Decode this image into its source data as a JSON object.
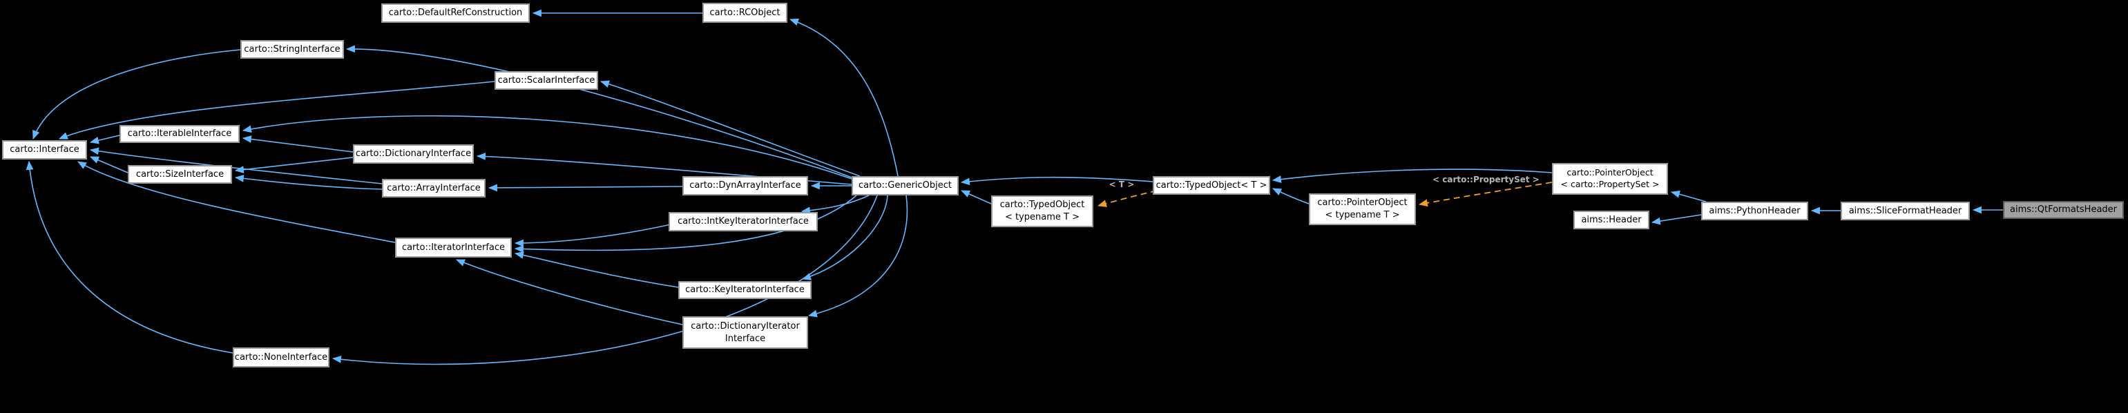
{
  "diagram": {
    "kind": "class-inheritance-graph",
    "background": "#000000",
    "colors": {
      "inheritance_arrow": "#63b8ff",
      "template_arrow": "#ef9f26",
      "node_fill": "#ffffff",
      "node_border": "#9a9a9a",
      "node_text": "#000000",
      "current_node_fill": "#a0a0a0",
      "current_node_border": "#5a5a5a",
      "edge_label_text": "#b4b4b4"
    },
    "nodes": {
      "interface": {
        "label": "carto::Interface"
      },
      "string_interface": {
        "label": "carto::StringInterface"
      },
      "default_ref_construction": {
        "label": "carto::DefaultRefConstruction"
      },
      "rc_object": {
        "label": "carto::RCObject"
      },
      "scalar_interface": {
        "label": "carto::ScalarInterface"
      },
      "iterable_interface": {
        "label": "carto::IterableInterface"
      },
      "size_interface": {
        "label": "carto::SizeInterface"
      },
      "dictionary_interface": {
        "label": "carto::DictionaryInterface"
      },
      "array_interface": {
        "label": "carto::ArrayInterface"
      },
      "dyn_array_interface": {
        "label": "carto::DynArrayInterface"
      },
      "int_key_iterator_interface": {
        "label": "carto::IntKeyIteratorInterface"
      },
      "iterator_interface": {
        "label": "carto::IteratorInterface"
      },
      "key_iterator_interface": {
        "label": "carto::KeyIteratorInterface"
      },
      "dictionary_iterator_interface": {
        "label": "carto::DictionaryIterator\nInterface"
      },
      "none_interface": {
        "label": "carto::NoneInterface"
      },
      "generic_object": {
        "label": "carto::GenericObject"
      },
      "typed_object_template": {
        "label": "carto::TypedObject\n< typename T >"
      },
      "typed_object_t": {
        "label": "carto::TypedObject< T >"
      },
      "pointer_object_template": {
        "label": "carto::PointerObject\n< typename T >"
      },
      "pointer_object_property_set": {
        "label": "carto::PointerObject\n< carto::PropertySet >"
      },
      "aims_header": {
        "label": "aims::Header"
      },
      "python_header": {
        "label": "aims::PythonHeader"
      },
      "slice_format_header": {
        "label": "aims::SliceFormatHeader"
      },
      "qt_formats_header": {
        "label": "aims::QtFormatsHeader",
        "current": true
      }
    },
    "edge_labels": {
      "t": {
        "text": "< T >"
      },
      "property_set": {
        "text": "< carto::PropertySet >"
      }
    }
  }
}
